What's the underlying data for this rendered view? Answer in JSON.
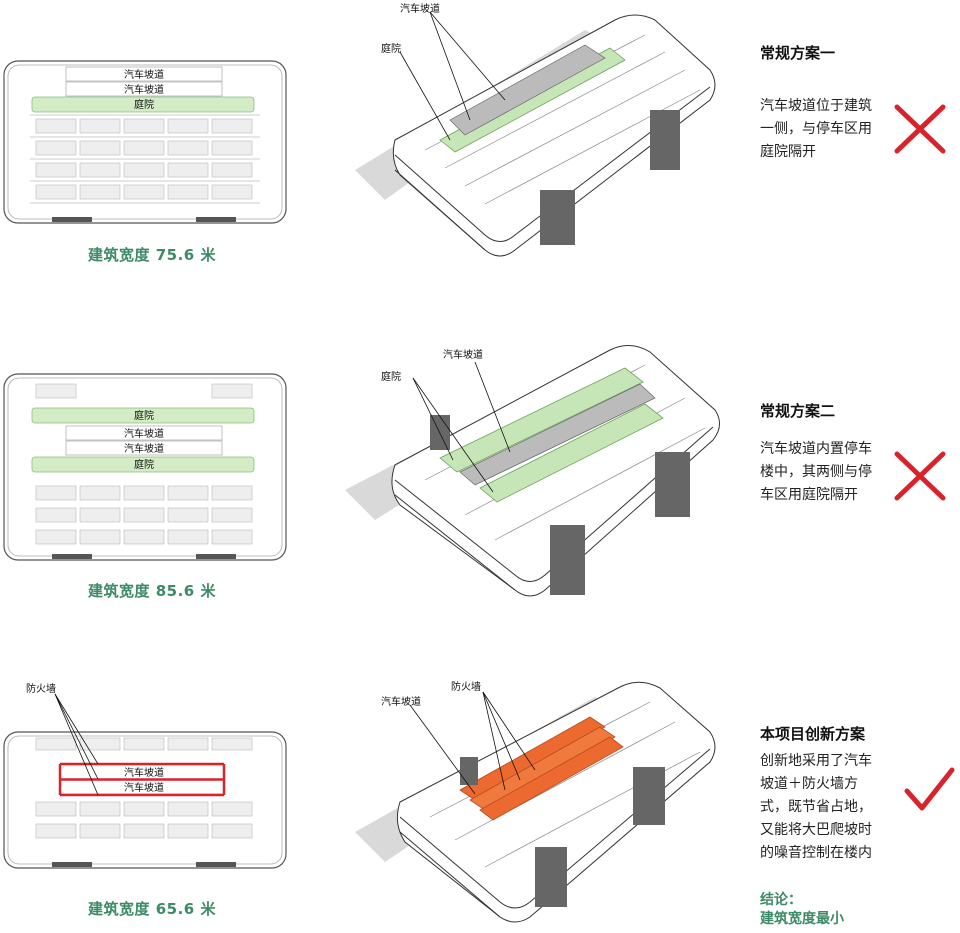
{
  "colors": {
    "accent_green": "#3d8a67",
    "courtyard_fill": "#d3ecc6",
    "firewall_red": "#d9232b",
    "firewall_orange": "#ec6a2f",
    "cross": "#d9232b",
    "check": "#d9232b"
  },
  "schemes": [
    {
      "plan_labels": {
        "ramp_a": "汽车坡道",
        "ramp_b": "汽车坡道",
        "courtyard": "庭院"
      },
      "width_label": "建筑宽度 75.6 米",
      "axon_labels": {
        "ramp": "汽车坡道",
        "courtyard": "庭院"
      },
      "title": "常规方案一",
      "description": "汽车坡道位于建筑一侧，与停车区用庭院隔开",
      "verdict": "cross-icon"
    },
    {
      "plan_labels": {
        "courtyard_a": "庭院",
        "ramp_a": "汽车坡道",
        "ramp_b": "汽车坡道",
        "courtyard_b": "庭院"
      },
      "width_label": "建筑宽度 85.6 米",
      "axon_labels": {
        "ramp": "汽车坡道",
        "courtyard": "庭院"
      },
      "title": "常规方案二",
      "description": "汽车坡道内置停车楼中，其两侧与停车区用庭院隔开",
      "verdict": "cross-icon"
    },
    {
      "plan_labels": {
        "firewall": "防火墙",
        "ramp_a": "汽车坡道",
        "ramp_b": "汽车坡道"
      },
      "width_label": "建筑宽度 65.6 米",
      "axon_labels": {
        "ramp": "汽车坡道",
        "firewall": "防火墙"
      },
      "title": "本项目创新方案",
      "description": "创新地采用了汽车坡道＋防火墙方式，既节省占地，又能将大巴爬坡时的噪音控制在楼内",
      "verdict": "check-icon",
      "conclusion_label": "结论：",
      "conclusion_text": "建筑宽度最小"
    }
  ]
}
